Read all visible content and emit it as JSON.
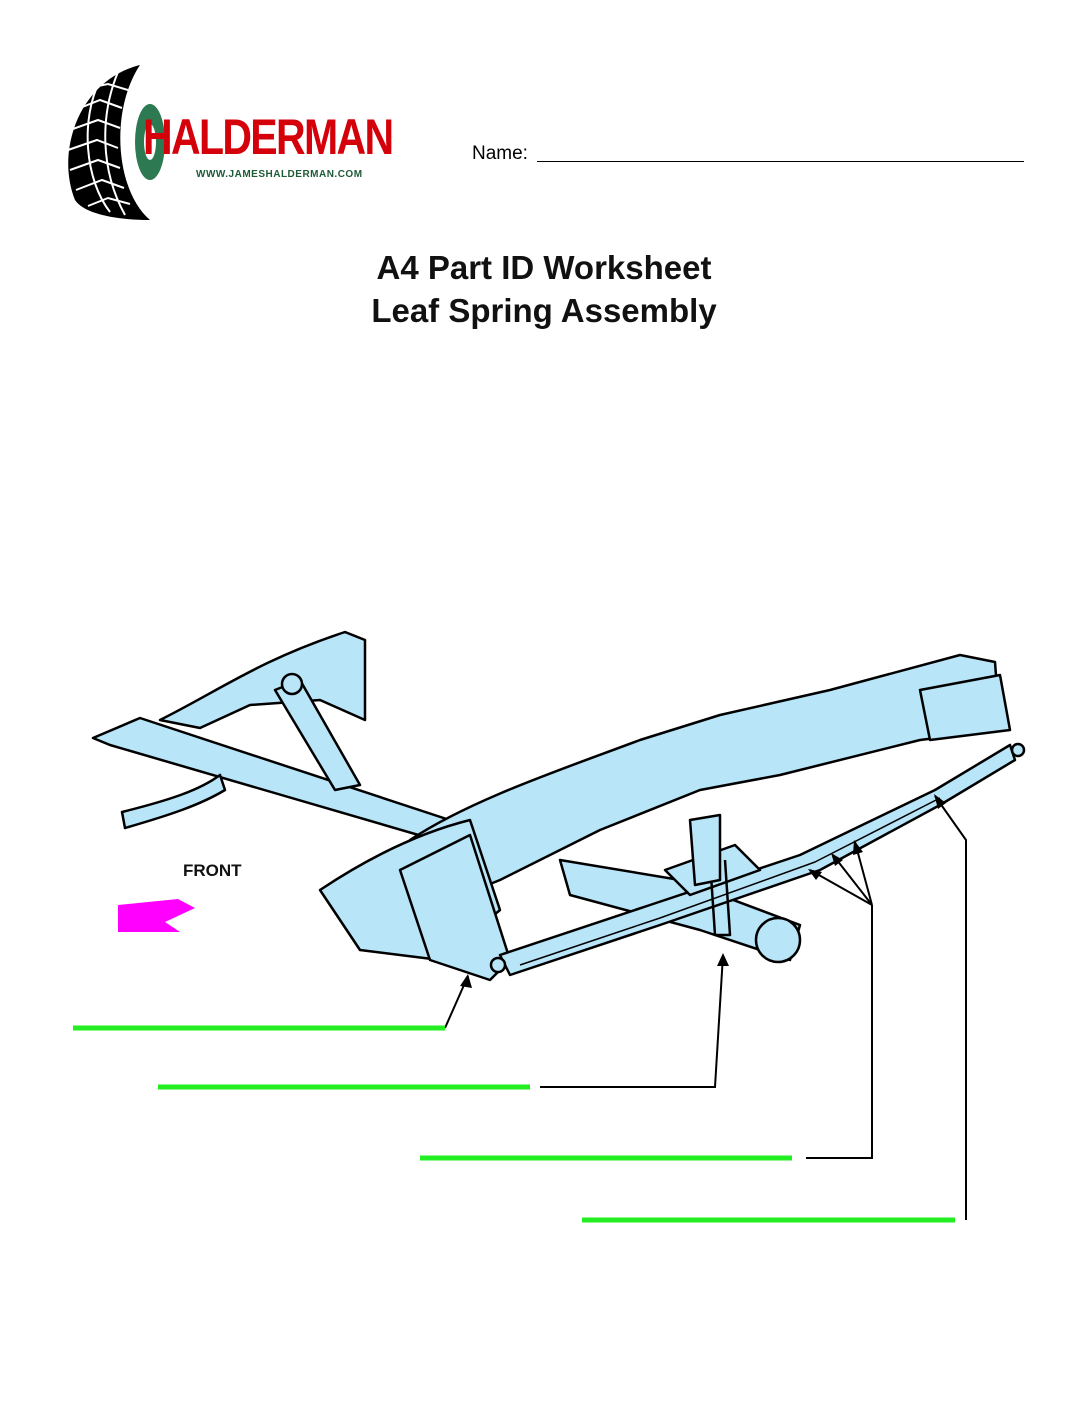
{
  "logo": {
    "brand": "HALDERMAN",
    "url": "WWW.JAMESHALDERMAN.COM"
  },
  "header": {
    "name_label": "Name:"
  },
  "title": {
    "line1": "A4 Part ID Worksheet",
    "line2": "Leaf Spring Assembly"
  },
  "diagram": {
    "front_label": "FRONT",
    "answer_blanks": 4,
    "colors": {
      "part_fill": "#b9e5f8",
      "answer_line": "#22ee22",
      "front_arrow": "#ff00ff"
    }
  }
}
